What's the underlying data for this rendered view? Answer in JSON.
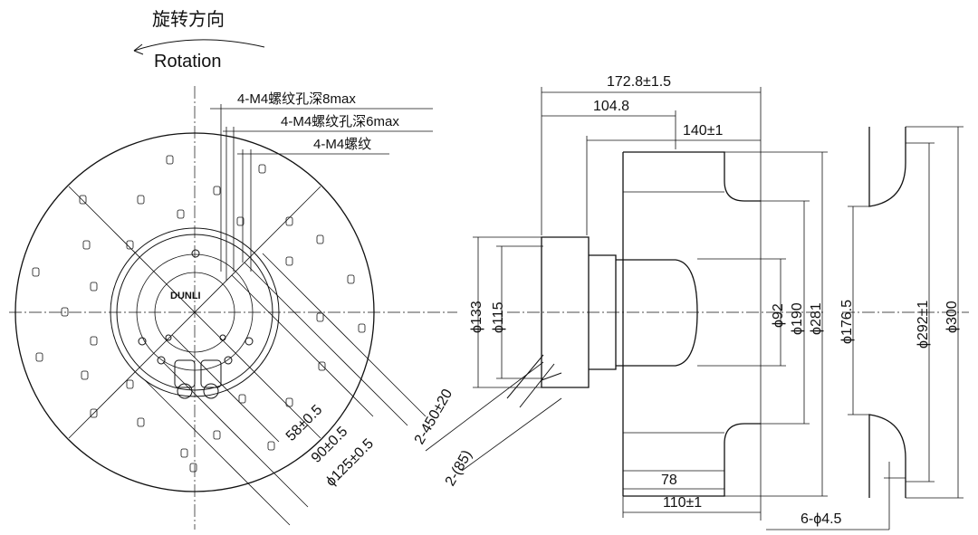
{
  "rotation": {
    "label_cn": "旋转方向",
    "label_en": "Rotation"
  },
  "front_view": {
    "threads": [
      "4-M4螺纹孔深8max",
      "4-M4螺纹孔深6max",
      "4-M4螺纹"
    ],
    "diameters": [
      "58±0.5",
      "90±0.5",
      "ϕ125±0.5"
    ],
    "cable": [
      "2-450±20",
      "2-(85)"
    ],
    "brand": "DUNLI"
  },
  "side_view": {
    "top_dims": [
      "172.8±1.5",
      "104.8",
      "140±1"
    ],
    "left_dims": [
      "ϕ133",
      "ϕ115"
    ],
    "right_dims": [
      "ϕ92",
      "ϕ190",
      "ϕ281"
    ],
    "bottom_dims": [
      "78",
      "110±1"
    ]
  },
  "ring_view": {
    "dims": [
      "ϕ176.5",
      "ϕ292±1",
      "ϕ300"
    ],
    "holes": "6-ϕ4.5"
  }
}
